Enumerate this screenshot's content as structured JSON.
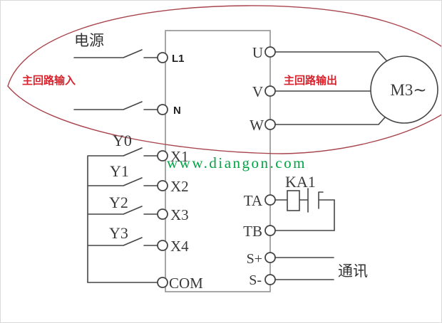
{
  "colors": {
    "wire": "#454545",
    "box_outline": "#8a8a8a",
    "highlight_ellipse": "#a8444c",
    "red_label": "#d9232d",
    "watermark_green": "#00a344",
    "background": "#ffffff"
  },
  "labels": {
    "power_source": "电源",
    "main_circuit_input": "主回路输入",
    "main_circuit_output": "主回路输出",
    "motor": "M3∼",
    "relay": "KA1",
    "communication": "通讯",
    "watermark": "www.diangon.com"
  },
  "switches": [
    "Y0",
    "Y1",
    "Y2",
    "Y3"
  ],
  "terminals": {
    "left": [
      "L1",
      "N",
      "X1",
      "X2",
      "X3",
      "X4",
      "COM"
    ],
    "right": [
      "U",
      "V",
      "W",
      "TA",
      "TB",
      "S+",
      "S-"
    ]
  }
}
